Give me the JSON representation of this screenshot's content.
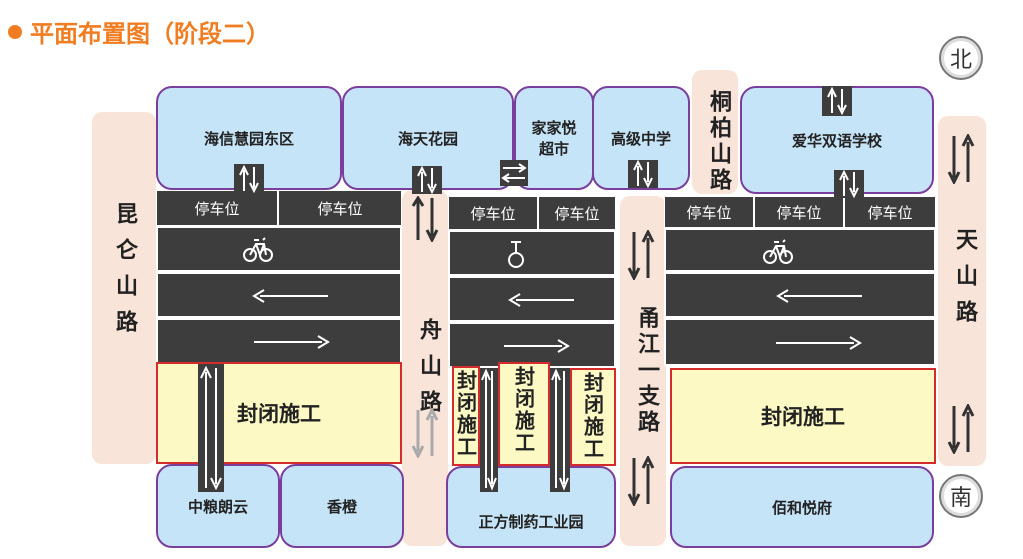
{
  "title": "平面布置图（阶段二）",
  "compass": {
    "north": "北",
    "south": "南"
  },
  "roads": {
    "kunlun": "昆仑山路",
    "zhoushan": "舟山路",
    "yongjiang": "甬江一支路",
    "tongbai": "桐柏山路",
    "tianshan": "天山路"
  },
  "buildings": {
    "haixin": "海信慧园东区",
    "haitian": "海天花园",
    "jiajia": "家家悦超市",
    "gaoji": "高级中学",
    "aihua": "爱华双语学校",
    "zhongliang": "中粮朗云",
    "xiangcheng": "香橙",
    "zhengfang": "正方制药工业园",
    "baihe": "佰和悦府"
  },
  "parking_label": "停车位",
  "closed_label": "封闭施工",
  "colors": {
    "title": "#f07d22",
    "road_bg": "#f8e4d9",
    "building_bg": "#c6e4f7",
    "building_border": "#7a3f9d",
    "lane": "#3d3d3d",
    "closed_bg": "#fcf9c4",
    "closed_border": "#d52b2b"
  },
  "icons": [
    "bicycle-icon",
    "arrow-left-icon",
    "arrow-right-icon",
    "two-way-arrow-icon"
  ]
}
